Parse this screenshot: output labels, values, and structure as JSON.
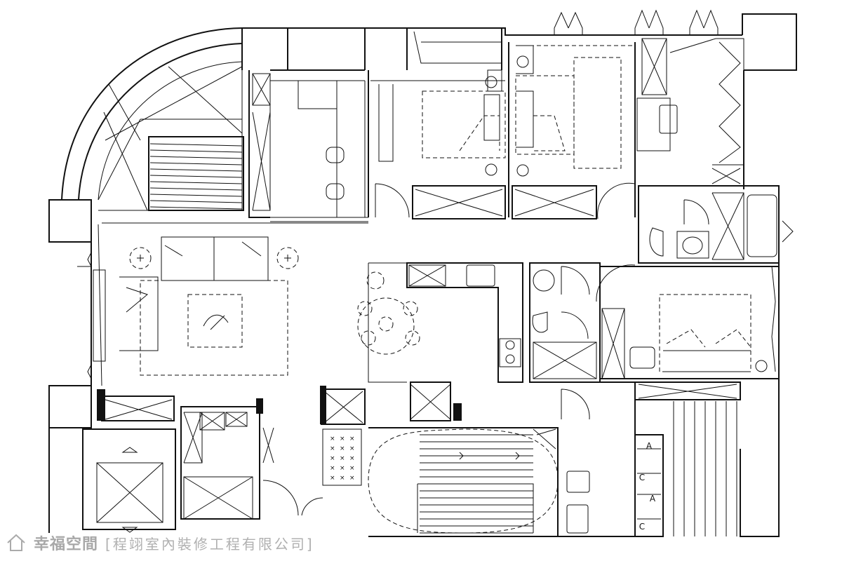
{
  "labels": {
    "cabinet_mark": "A",
    "cabinet_mark_alt": "C"
  },
  "watermark": {
    "brand": "幸福空間",
    "company": "[程翊室內裝修工程有限公司]"
  },
  "icons": {
    "watermark_logo": "house-outline-icon",
    "fan": "ceiling-fan-icon",
    "plant": "plant-icon",
    "lamp": "lamp-icon"
  },
  "colors": {
    "line": "#111111",
    "background": "#ffffff",
    "watermark": "#9a9a9a"
  }
}
